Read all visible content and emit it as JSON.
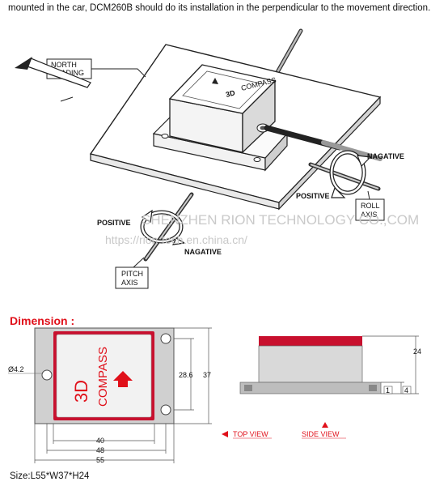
{
  "intro_text": "mounted in the car, DCM260B should do its installation in the perpendicular to the movement direction.",
  "install": {
    "north_heading": [
      "NORTH",
      "HEADING"
    ],
    "negative_roll": "NAGATIVE",
    "positive_roll": "POSITIVE",
    "roll_axis": [
      "ROLL",
      "AXIS"
    ],
    "positive_pitch": "POSITIVE",
    "negative_pitch": "NAGATIVE",
    "pitch_axis": [
      "PITCH",
      "AXIS"
    ],
    "module_brand": "3D",
    "module_sub": "COMPASS"
  },
  "watermark": {
    "line1": "SHENZHEN RION TECHNOLOGY CO.,COM",
    "line2": "https://rion-tech.en.china.cn/"
  },
  "dimension": {
    "title": "Dimension :",
    "hole": "Ø4.2",
    "top_label_3d": "3D",
    "top_label_compass": "COMPASS",
    "dim_40": "40",
    "dim_48": "48",
    "dim_55": "55",
    "dim_28_6": "28.6",
    "dim_37": "37",
    "dim_24": "24",
    "dim_1": "1",
    "dim_4": "4",
    "top_view": "TOP VIEW",
    "side_view": "SIDE VIEW"
  },
  "size_text": "Size:L55*W37*H24",
  "colors": {
    "accent": "#e0101a"
  }
}
